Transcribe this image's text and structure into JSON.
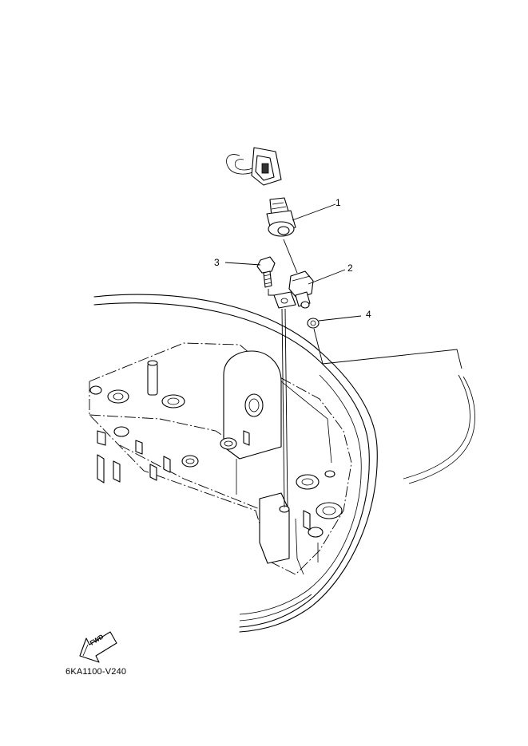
{
  "callouts": [
    {
      "id": "1",
      "label": "1"
    },
    {
      "id": "2",
      "label": "2"
    },
    {
      "id": "3",
      "label": "3"
    },
    {
      "id": "4",
      "label": "4"
    }
  ],
  "fwd_label": "FWD",
  "diagram_code": "6KA1100-V240",
  "icons": {
    "forward_arrow": "fwd-arrow-icon"
  }
}
